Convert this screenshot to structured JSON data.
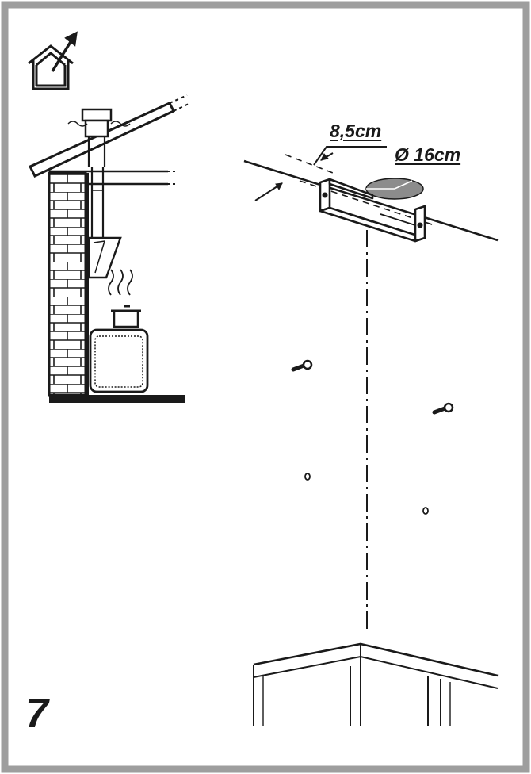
{
  "figure": {
    "step_number": "7",
    "bracket_depth_label": "8,5cm",
    "duct_diameter_label": "Ø 16cm",
    "icon": "house-outlet-arrow-icon",
    "colors": {
      "frame": "#9e9e9e",
      "line": "#1a1a1a",
      "duct_fill": "#8c8c8c",
      "background": "#ffffff"
    }
  }
}
